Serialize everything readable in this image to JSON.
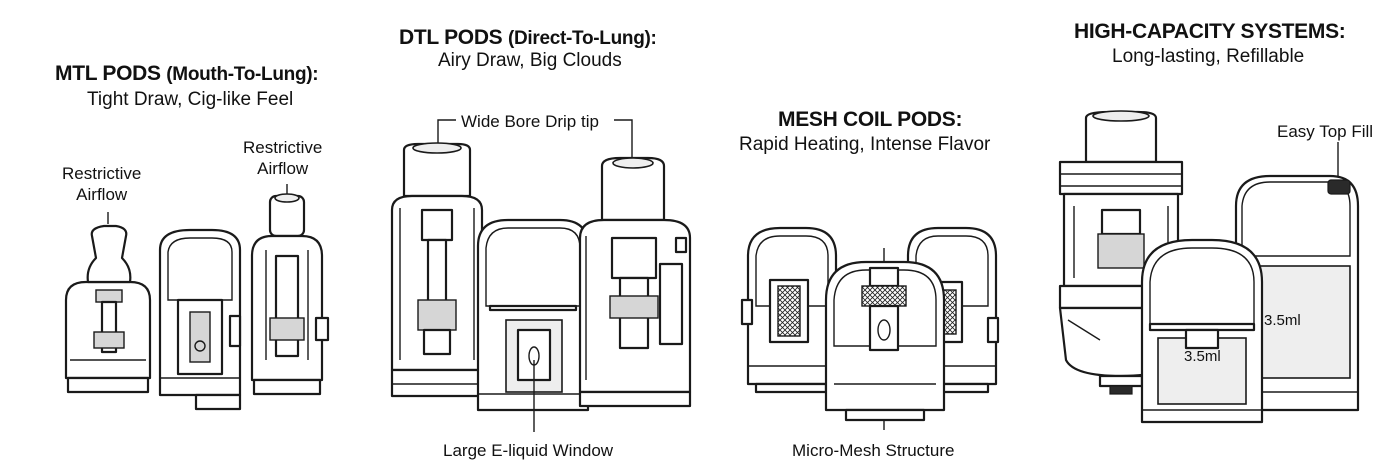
{
  "panels": [
    {
      "title": "MTL PODS",
      "title_paren": "(Mouth-To-Lung):",
      "subtitle": "Tight Draw, Cig-like Feel",
      "labels": [
        "Restrictive\nAirflow",
        "Restrictive\nAirflow"
      ]
    },
    {
      "title": "DTL PODS",
      "title_paren": "(Direct-To-Lung):",
      "subtitle": "Airy Draw, Big Clouds",
      "labels": [
        "Wide Bore Drip tip",
        "Large E-liquid Window"
      ]
    },
    {
      "title": "MESH COIL PODS:",
      "subtitle": "Rapid Heating, Intense Flavor",
      "labels": [
        "Micro-Mesh Structure"
      ]
    },
    {
      "title": "HIGH-CAPACITY SYSTEMS:",
      "subtitle": "Long-lasting, Refillable",
      "labels": [
        "Easy Top Fill",
        "3.5ml",
        "3.5ml"
      ]
    }
  ]
}
